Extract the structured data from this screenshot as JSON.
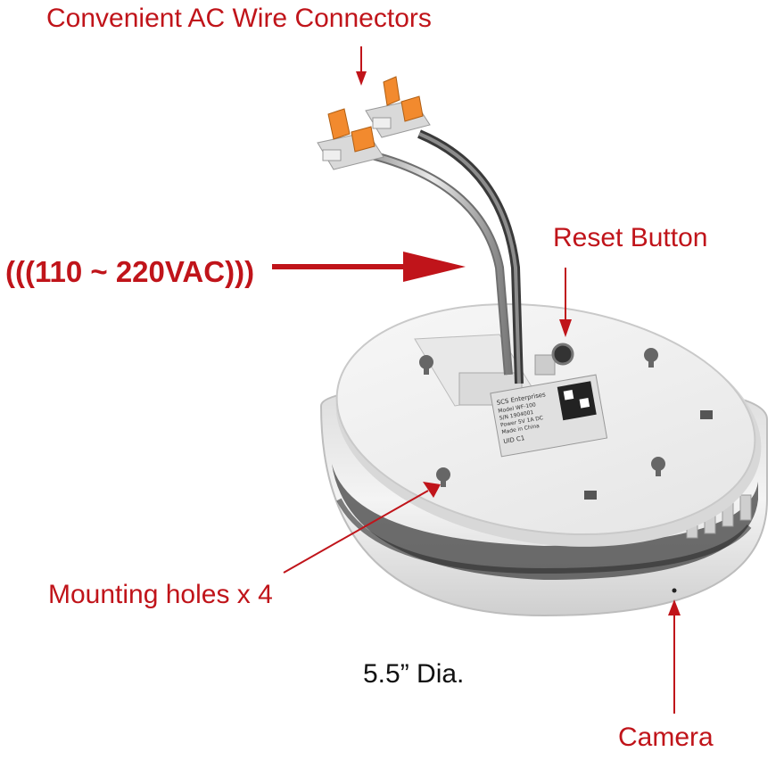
{
  "colors": {
    "annotation": "#c0141a",
    "dimension_text": "#111111",
    "device_body": "#f1f1f1",
    "connector_lever": "#f28a2e",
    "connector_body": "#d9d9d9"
  },
  "callouts": {
    "connectors": "Convenient AC Wire Connectors",
    "voltage": "(((110 ~ 220VAC)))",
    "reset": "Reset Button",
    "mounting": "Mounting holes x 4",
    "diameter": "5.5” Dia.",
    "camera": "Camera"
  },
  "product": {
    "label_lines": [
      "SCS Enterprises",
      "Model WF-100",
      "S/N 1904001",
      "Power 5V 1A DC",
      "Made in China",
      "UID C1"
    ]
  }
}
